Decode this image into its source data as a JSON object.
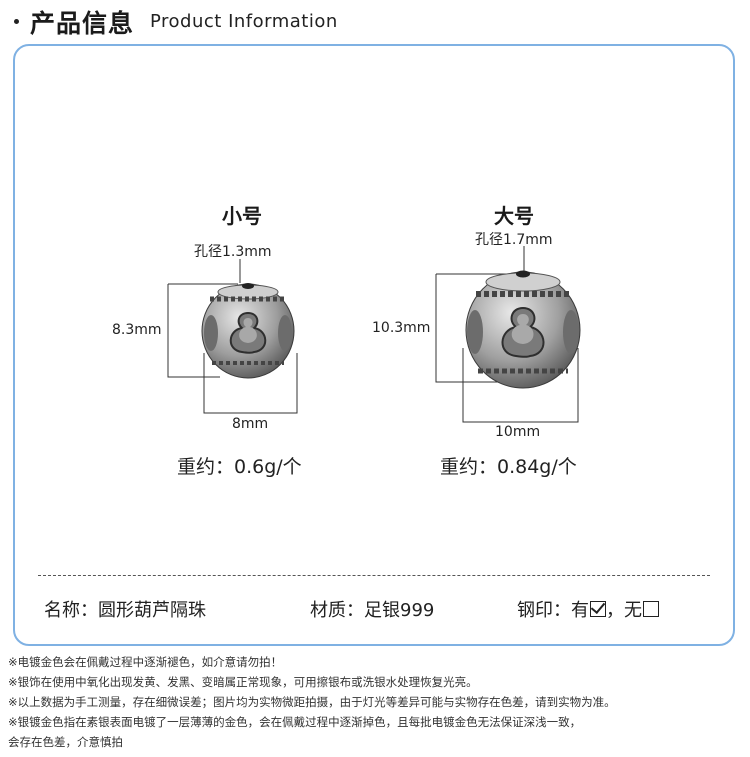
{
  "header": {
    "title_cn": "产品信息",
    "title_en": "Product Information"
  },
  "small": {
    "title": "小号",
    "hole": "孔径1.3mm",
    "height": "8.3mm",
    "width": "8mm",
    "weight": "重约：0.6g/个"
  },
  "large": {
    "title": "大号",
    "hole": "孔径1.7mm",
    "height": "10.3mm",
    "width": "10mm",
    "weight": "重约：0.84g/个"
  },
  "info": {
    "name": "名称：圆形葫芦隔珠",
    "material": "材质：足银999",
    "stamp_label": "钢印：有",
    "stamp_sep": "，无",
    "stamp_has": true
  },
  "notes": [
    "※电镀金色会在佩戴过程中逐渐褪色，如介意请勿拍！",
    "※银饰在使用中氧化出现发黄、发黑、变暗属正常现象，可用擦银布或洗银水处理恢复光亮。",
    "※以上数据为手工测量，存在细微误差；图片均为实物微距拍摄，由于灯光等差异可能与实物存在色差，请到实物为准。",
    "※银镀金色指在素银表面电镀了一层薄薄的金色，会在佩戴过程中逐渐掉色，且每批电镀金色无法保证深浅一致，",
    "会存在色差，介意慎拍"
  ],
  "colors": {
    "panel_border": "#7fb1e3",
    "silver": "#b9b9b9",
    "dark_silver": "#5a5a5a"
  }
}
